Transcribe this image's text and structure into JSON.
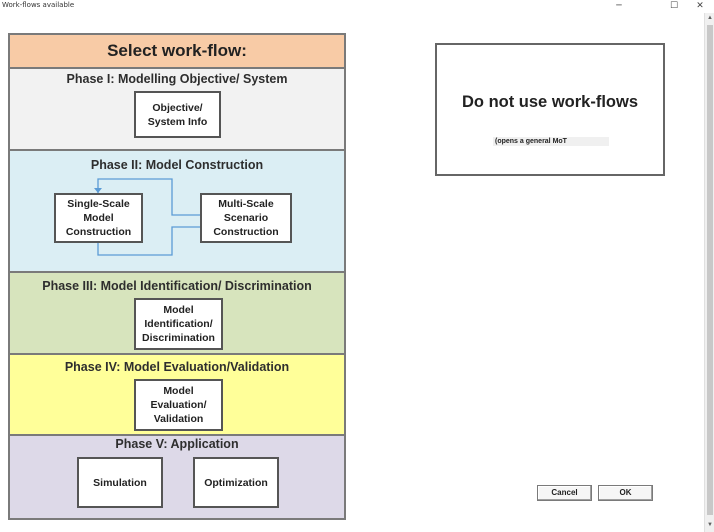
{
  "window": {
    "title": "Work-flows available",
    "minimize_glyph": "─",
    "maximize_glyph": "☐",
    "close_glyph": "✕"
  },
  "scrollbar": {
    "up_glyph": "▲",
    "down_glyph": "▼"
  },
  "workflow": {
    "header": "Select work-flow:",
    "phases": [
      {
        "title": "Phase I: Modelling Objective/ System",
        "color": "#f2f2f2",
        "buttons": [
          "Objective/\nSystem Info"
        ]
      },
      {
        "title": "Phase II: Model Construction",
        "color": "#dbeef4",
        "buttons": [
          "Single-Scale\nModel\nConstruction",
          "Multi-Scale\nScenario\nConstruction"
        ]
      },
      {
        "title": "Phase III: Model Identification/  Discrimination",
        "color": "#d7e4bd",
        "buttons": [
          "Model\nIdentification/\nDiscrimination"
        ]
      },
      {
        "title": "Phase IV: Model Evaluation/Validation",
        "color": "#ffff99",
        "buttons": [
          "Model\nEvaluation/\nValidation"
        ]
      },
      {
        "title": "Phase V: Application",
        "color": "#ddd9e8",
        "buttons": [
          "Simulation",
          "Optimization"
        ]
      }
    ]
  },
  "no_workflow": {
    "title": "Do not use work-flows",
    "subtitle": "(opens a general MoT"
  },
  "dialog_buttons": {
    "cancel": "Cancel",
    "ok": "OK"
  },
  "colors": {
    "header": "#f8cba6",
    "connector": "#5b9bd5",
    "border": "#7a7a7a"
  }
}
